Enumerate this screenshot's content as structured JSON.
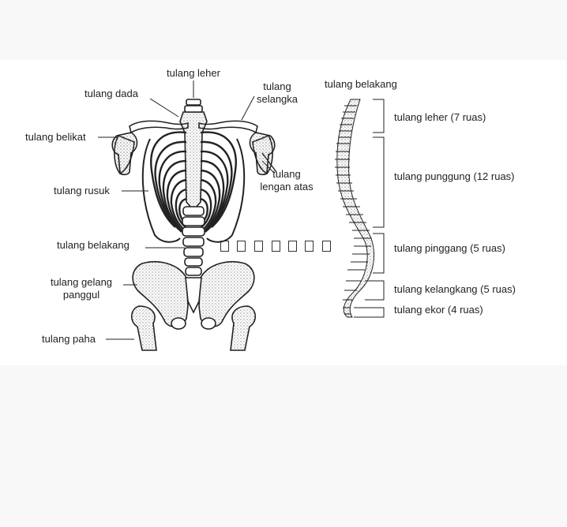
{
  "labels": {
    "tulang_leher": "tulang leher",
    "tulang_dada": "tulang dada",
    "tulang_selangka": [
      "tulang",
      "selangka"
    ],
    "tulang_belikat": "tulang belikat",
    "tulang_lengan_atas": [
      "tulang",
      "lengan atas"
    ],
    "tulang_rusuk": "tulang rusuk",
    "tulang_belakang": "tulang belakang",
    "tulang_gelang_panggul": [
      "tulang gelang",
      "panggul"
    ],
    "tulang_paha": "tulang paha"
  },
  "spine": {
    "title": "tulang belakang",
    "segments": [
      "tulang leher (7 ruas)",
      "tulang punggung (12 ruas)",
      "tulang pinggang (5 ruas)",
      "tulang kelangkang (5 ruas)",
      "tulang ekor (4 ruas)"
    ]
  },
  "colors": {
    "line": "#222222",
    "bone_fill": "#ffffff",
    "stipple": "#555555"
  }
}
